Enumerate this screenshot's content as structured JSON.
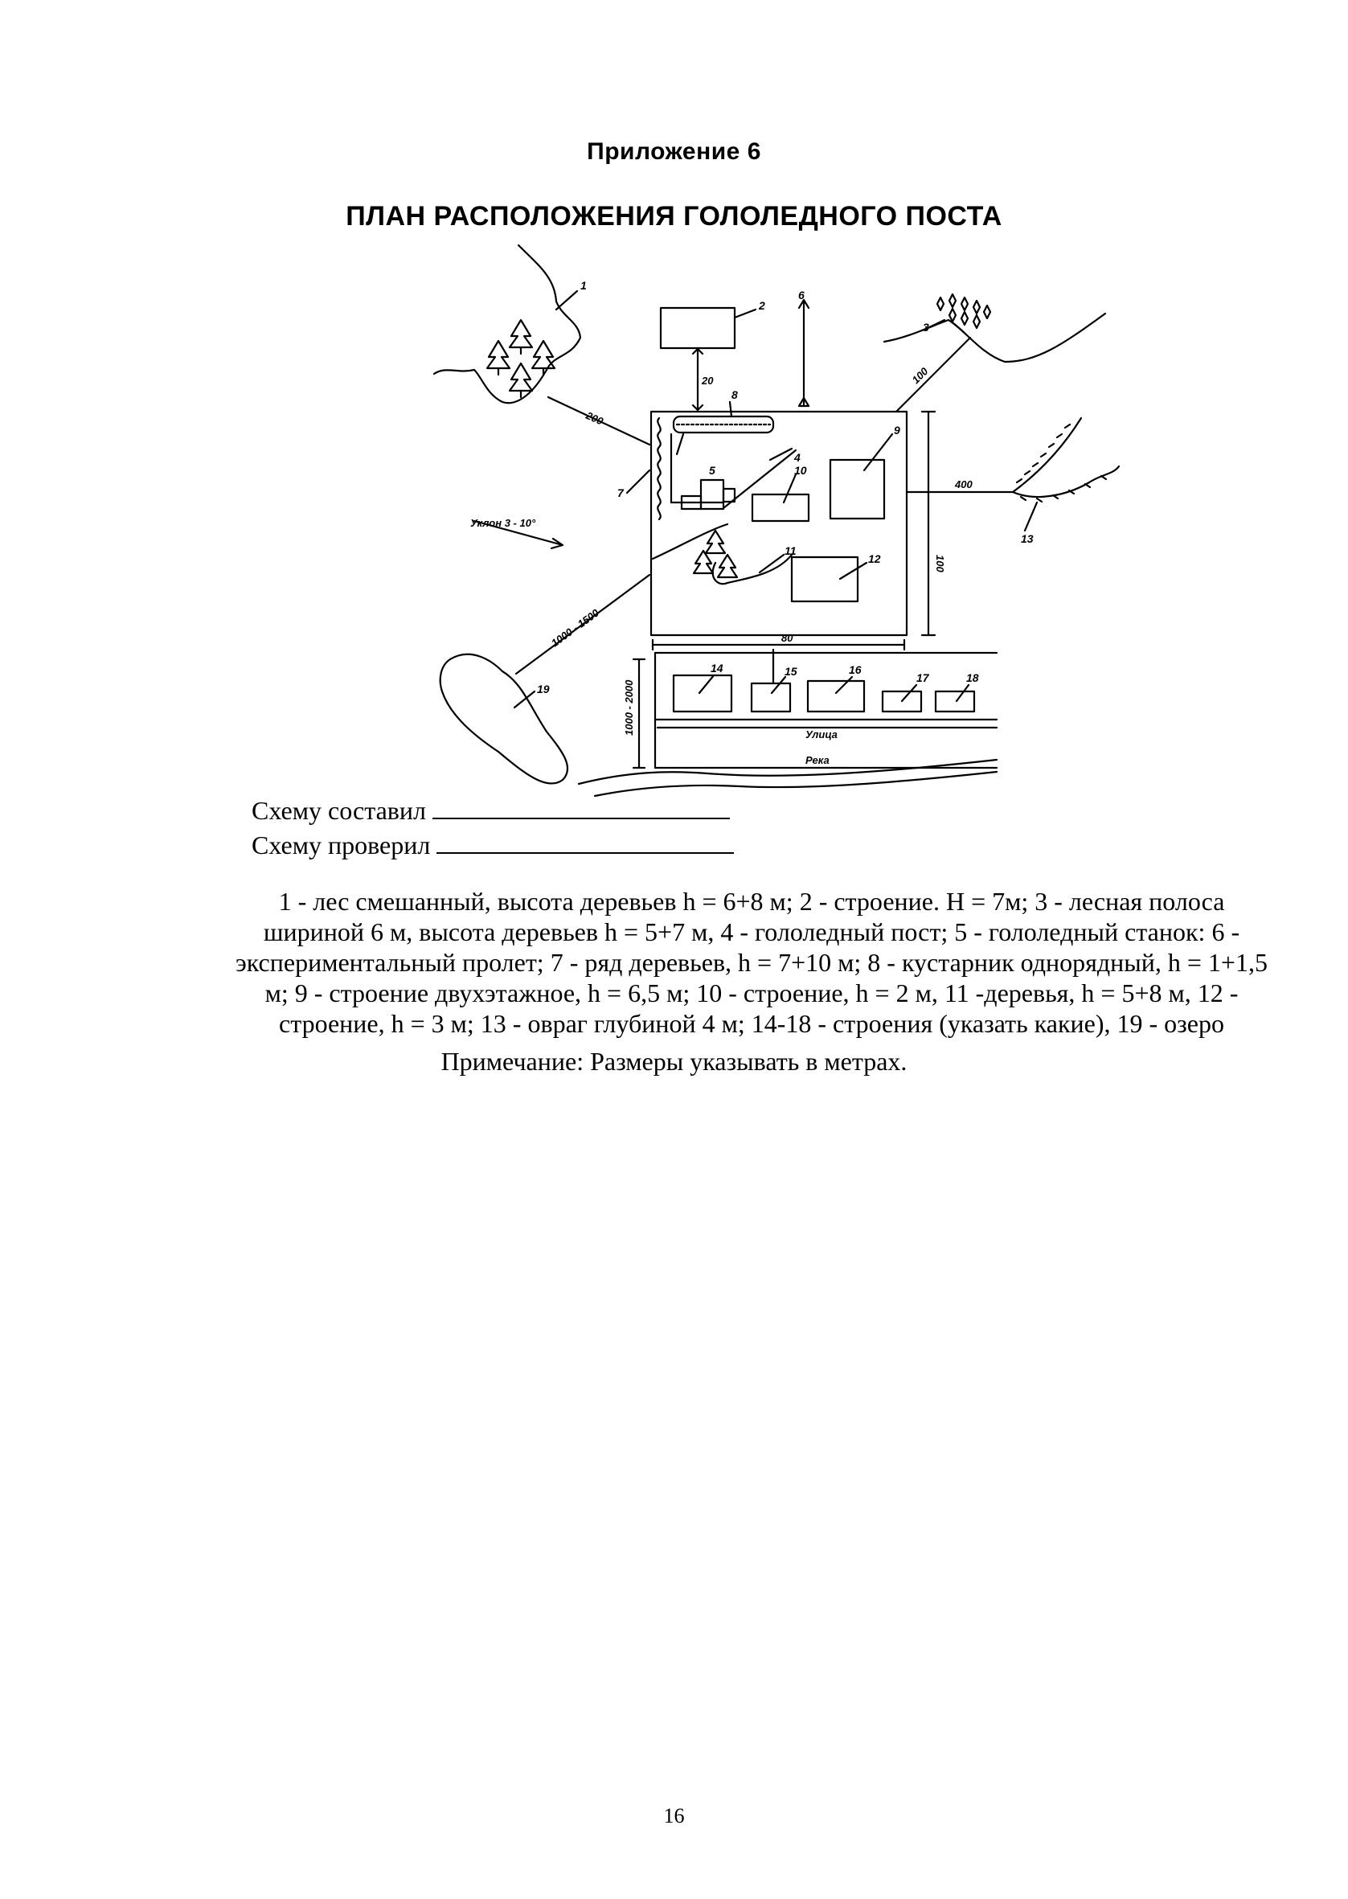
{
  "header": {
    "appendix": "Приложение 6",
    "title": "ПЛАН РАСПОЛОЖЕНИЯ ГОЛОЛЕДНОГО ПОСТА"
  },
  "plan": {
    "callouts": {
      "c1": "1",
      "c2": "2",
      "c3": "3",
      "c4": "4",
      "c5": "5",
      "c6": "6",
      "c7": "7",
      "c8": "8",
      "c9": "9",
      "c10": "10",
      "c11": "11",
      "c12": "12",
      "c13": "13",
      "c14": "14",
      "c15": "15",
      "c16": "16",
      "c17": "17",
      "c18": "18",
      "c19": "19"
    },
    "dimensions": {
      "d_building2": "20",
      "d_forest1": "200",
      "d_strip3": "100",
      "d_ravine": "400",
      "d_lake": "1000 - 1500",
      "d_width": "80",
      "d_height": "100",
      "d_river": "1000 - 2000",
      "d_slope": "Уклон 3 - 10°"
    },
    "labels": {
      "street": "Улица",
      "river": "Река"
    }
  },
  "signatures": {
    "composed": "Схему составил",
    "checked": "Схему проверил"
  },
  "legend": {
    "line1": "1 - лес смешанный, высота деревьев h = 6+8 м; 2 - строение. Н = 7м; 3 - лесная полоса",
    "line2": "шириной 6 м, высота деревьев h = 5+7 м, 4 - гололедный пост; 5 - гололедный станок: 6 -",
    "line3": "экспериментальный пролет; 7 - ряд деревьев, h = 7+10 м; 8 - кустарник однорядный, h = 1+1,5",
    "line4": "м; 9 - строение двухэтажное, h = 6,5 м; 10 - строение, h = 2 м, 11 -деревья, h = 5+8 м, 12 -",
    "line5": "строение, h = 3 м; 13 - овраг глубиной 4 м; 14-18 - строения (указать какие), 19 - озеро"
  },
  "note": "Примечание: Размеры указывать в метрах.",
  "page_number": "16"
}
